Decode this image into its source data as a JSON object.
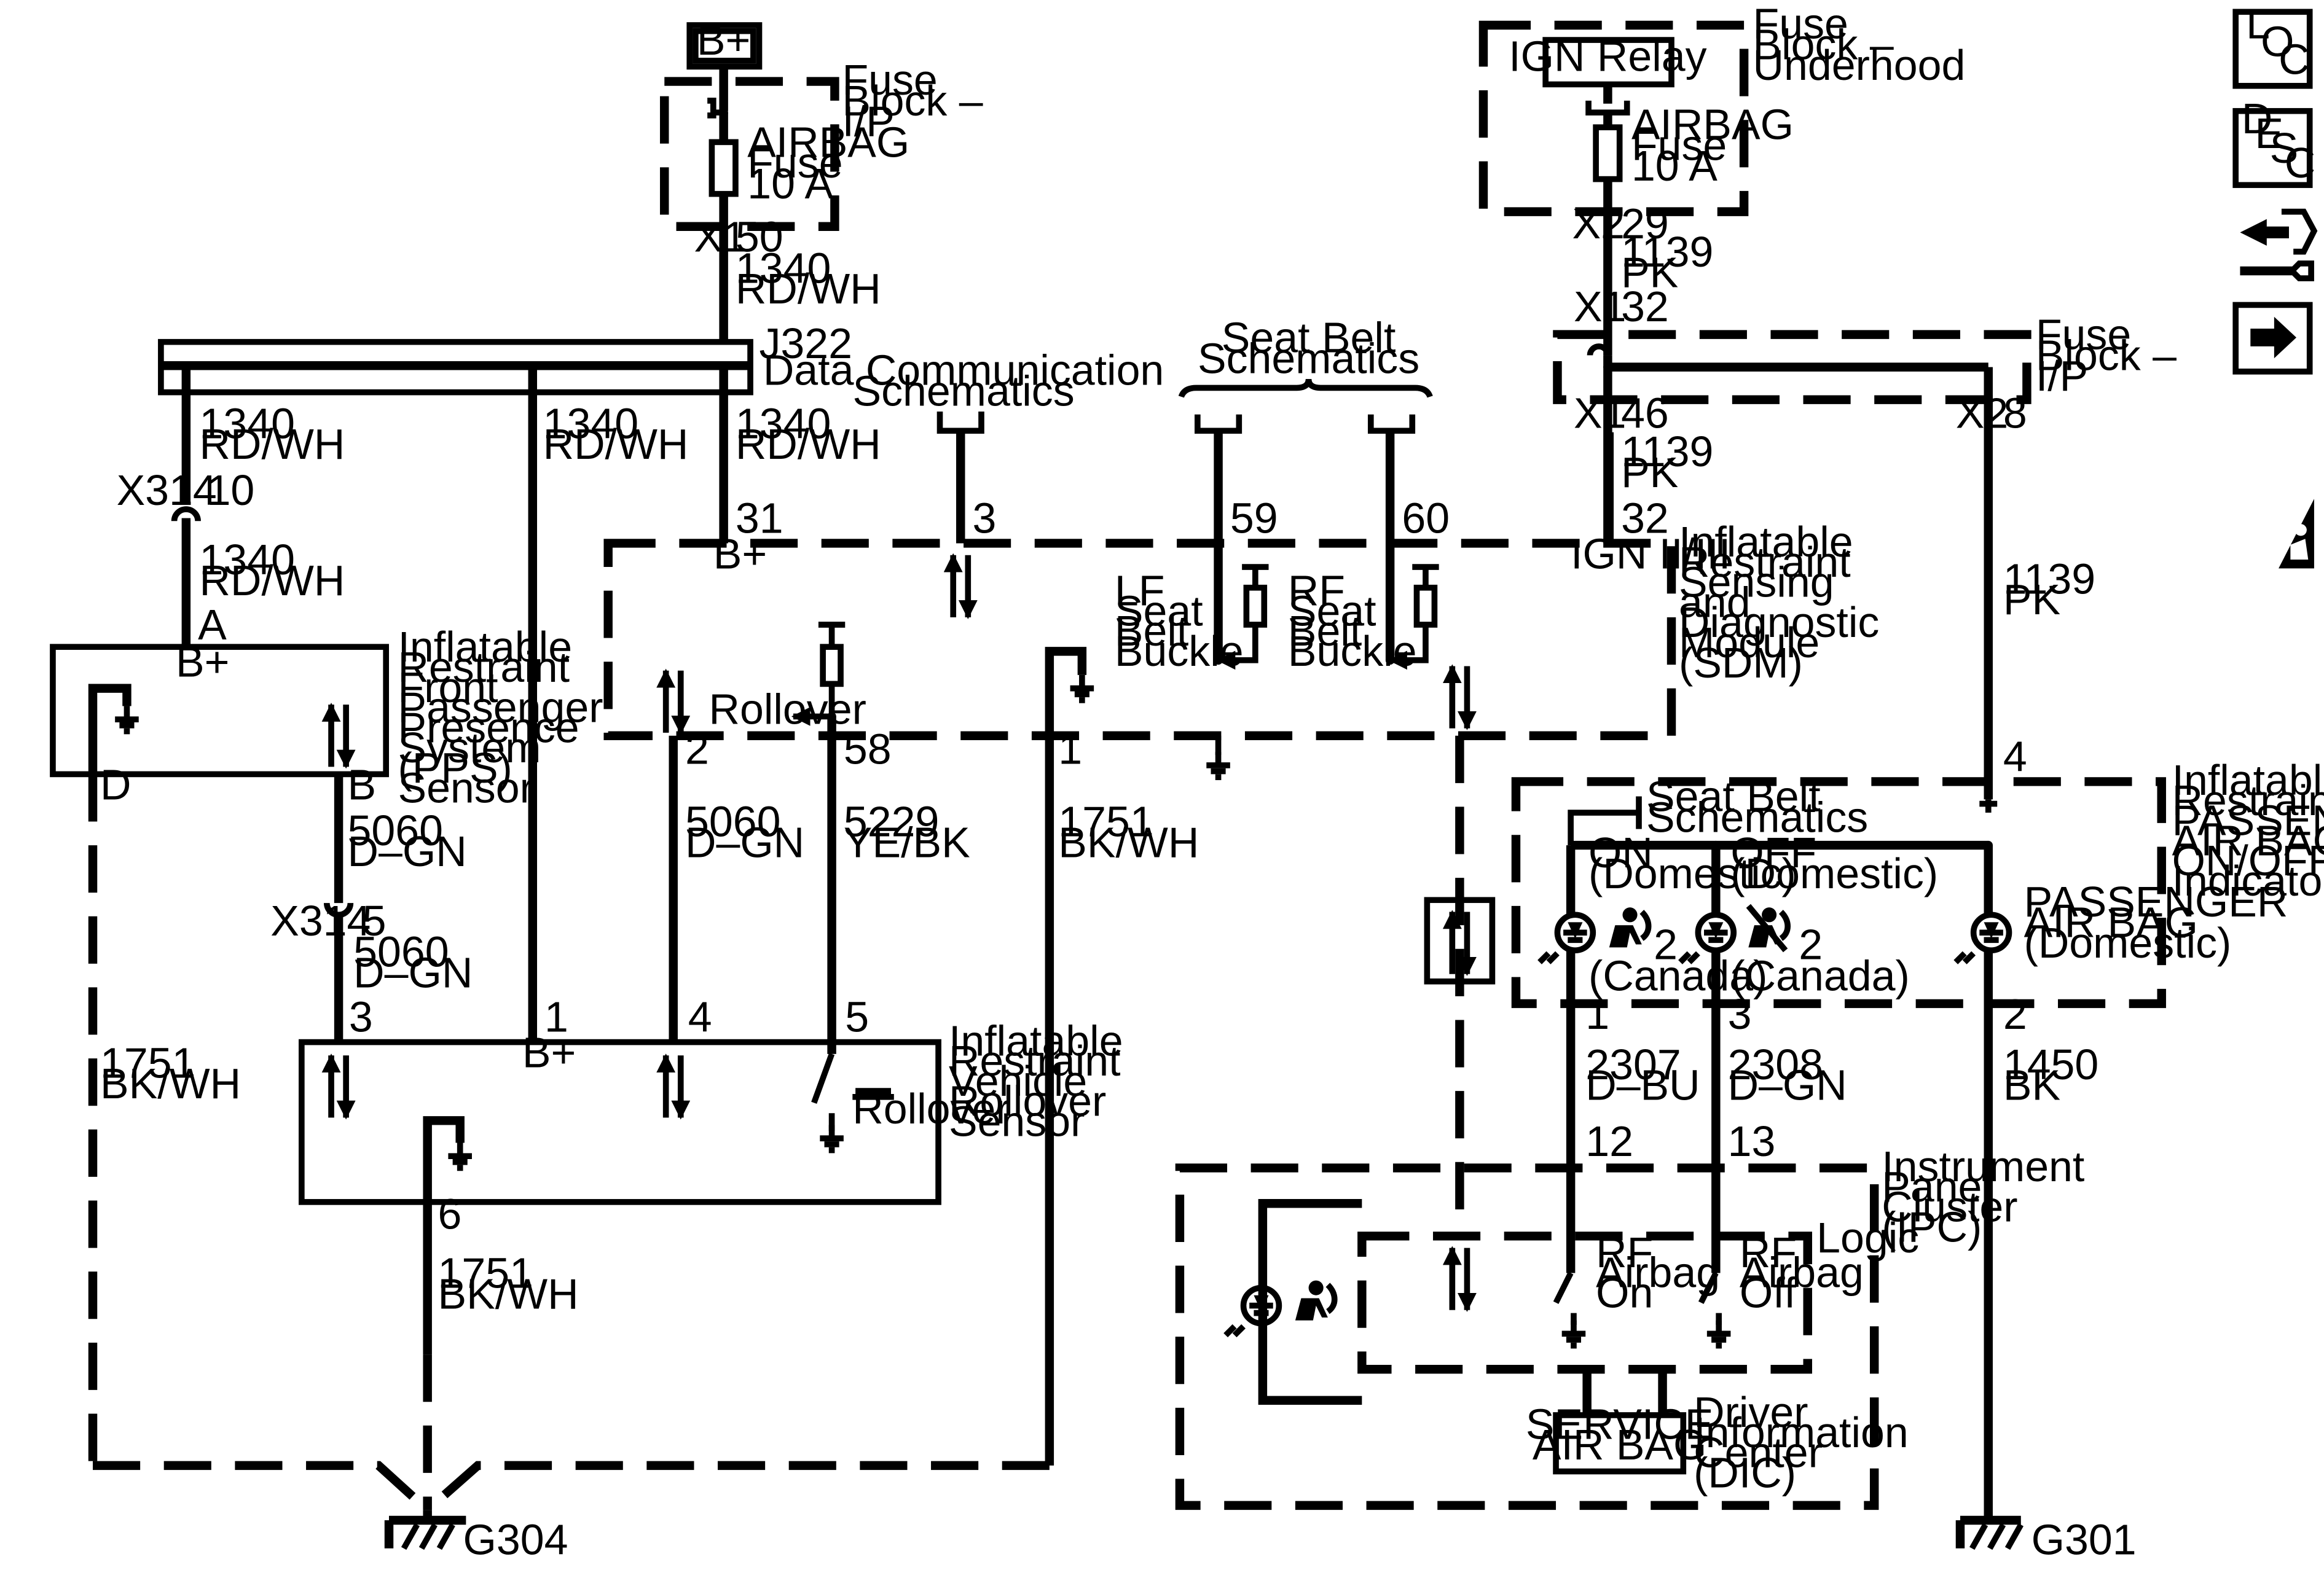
{
  "power": {
    "bplus": "B+",
    "ign_relay": "IGN Relay"
  },
  "fuse_ip": {
    "title": [
      "Fuse",
      "Block –",
      "I/P"
    ],
    "fuse": [
      "AIRBAG",
      "Fuse",
      "10 A"
    ],
    "pin_conn": "X1",
    "pin_num": "50"
  },
  "fuse_uh": {
    "title": [
      "Fuse",
      "Block –",
      "Underhood"
    ],
    "fuse": [
      "AIRBAG",
      "Fuse",
      "10 A"
    ],
    "pin_conn": "X2",
    "pin_num": "29"
  },
  "fuse_ip2": {
    "title": [
      "Fuse",
      "Block –",
      "I/P"
    ],
    "x1": "X1",
    "x1_top": "32",
    "x1_bot": "46",
    "x2": "X2",
    "x2_pin": "8"
  },
  "splice": "J322",
  "wires": {
    "w1340": [
      "1340",
      "RD/WH"
    ],
    "w1139": [
      "1139",
      "PK"
    ],
    "w5060": [
      "5060",
      "D–GN"
    ],
    "w5229": [
      "5229",
      "YE/BK"
    ],
    "w1751": [
      "1751",
      "BK/WH"
    ],
    "w2307": [
      "2307",
      "D–BU"
    ],
    "w2308": [
      "2308",
      "D–GN"
    ],
    "w1450": [
      "1450",
      "BK"
    ]
  },
  "conn": {
    "x314": "X314",
    "x314_p10": "10",
    "x314_p5": "5"
  },
  "refs": {
    "data_comm": [
      "Data Communication",
      "Schematics"
    ],
    "seat_belt": [
      "Seat Belt",
      "Schematics"
    ],
    "seat_belt2": [
      "Seat Belt",
      "Schematics"
    ]
  },
  "sdm": {
    "name": [
      "Inflatable",
      "Restraint",
      "Sensing",
      "and",
      "Diagnostic",
      "Module",
      "(SDM)"
    ],
    "bplus": "B+",
    "ign": "IGN II/III",
    "pins": {
      "p31": "31",
      "p3": "3",
      "p59": "59",
      "p60": "60",
      "p32": "32",
      "p2": "2",
      "p58": "58",
      "p1": "1"
    },
    "lf": [
      "LF",
      "Seat",
      "Belt",
      "Buckle"
    ],
    "rf": [
      "RF",
      "Seat",
      "Belt",
      "Buckle"
    ],
    "rollover": "Rollover"
  },
  "pps": {
    "name": [
      "Inflatable",
      "Restraint",
      "Front",
      "Passenger",
      "Presence",
      "System",
      "(PPS)",
      "Sensor"
    ],
    "bplus": "B+",
    "pin_a": "A",
    "pin_b": "B",
    "pin_d": "D"
  },
  "rollover_sensor": {
    "name": [
      "Inflatable",
      "Restraint",
      "Vehicle",
      "Rollover",
      "Sensor"
    ],
    "bplus": "B+",
    "label": "Rollover",
    "pins": {
      "p3": "3",
      "p1": "1",
      "p4": "4",
      "p5": "5",
      "p6": "6"
    }
  },
  "indicator": {
    "name": [
      "Inflatable",
      "Restraint",
      "PASSENGER",
      "AIR BAG",
      "ON/OFF",
      "Indicator"
    ],
    "pin4": "4",
    "on": [
      "ON",
      "(Domestic)"
    ],
    "off": [
      "OFF",
      "(Domestic)"
    ],
    "canada": "(Canada)",
    "two": "2",
    "passenger": [
      "PASSENGER",
      "AIR BAG",
      "(Domestic)"
    ],
    "pins": {
      "p1": "1",
      "p3": "3",
      "p2": "2"
    }
  },
  "ipc": {
    "name": [
      "Instrument",
      "Panel",
      "Cluster",
      "(IPC)"
    ],
    "logic": "Logic",
    "pin12": "12",
    "pin13": "13",
    "rf_on": [
      "RF",
      "Airbag",
      "On"
    ],
    "rf_off": [
      "RF",
      "Airbag",
      "Off"
    ],
    "dic_box": [
      "SERVICE",
      "AIR BAG"
    ],
    "dic": [
      "Driver",
      "Information",
      "Center",
      "(DIC)"
    ]
  },
  "grounds": {
    "g304": "G304",
    "g301": "G301"
  },
  "side_icons": {
    "loc": [
      "L",
      "O",
      "C"
    ],
    "desc": [
      "D",
      "E",
      "S",
      "C"
    ],
    "icons": [
      "loc-icon",
      "desc-icon",
      "connector-tool-icon",
      "next-arrow-icon",
      "airbag-warning-icon"
    ]
  }
}
